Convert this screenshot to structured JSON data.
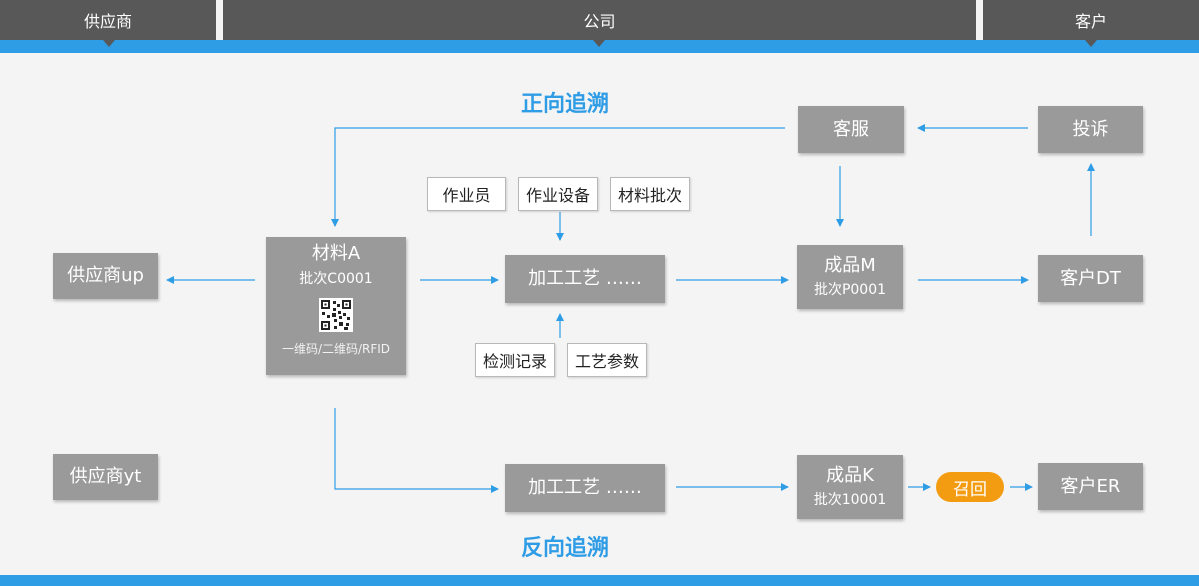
{
  "header": {
    "supplier_label": "供应商",
    "company_label": "公司",
    "customer_label": "客户"
  },
  "labels": {
    "forward_trace": "正向追溯",
    "backward_trace": "反向追溯"
  },
  "suppliers": {
    "up": "供应商up",
    "yt": "供应商yt"
  },
  "material": {
    "name": "材料A",
    "batch": "批次C0001",
    "code_note": "一维码/二维码/RFID"
  },
  "factors_top": [
    "作业员",
    "作业设备",
    "材料批次"
  ],
  "factors_bottom": [
    "检测记录",
    "工艺参数"
  ],
  "process": {
    "top": "加工工艺 ……",
    "bottom": "加工工艺 ……"
  },
  "products": {
    "m": {
      "name": "成品M",
      "batch": "批次P0001"
    },
    "k": {
      "name": "成品K",
      "batch": "批次10001"
    }
  },
  "service": "客服",
  "complaint": "投诉",
  "customers": {
    "dt": "客户DT",
    "er": "客户ER"
  },
  "recall": "召回",
  "colors": {
    "accent_blue": "#2f9ce6",
    "header_gray": "#585858",
    "box_gray": "#9a9a9a",
    "recall_orange": "#f39c12"
  }
}
